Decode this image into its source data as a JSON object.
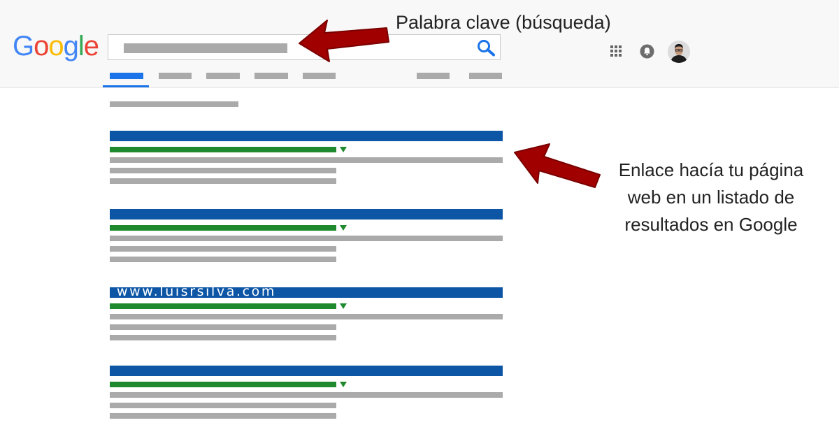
{
  "header": {
    "logo": {
      "letters": [
        {
          "char": "G",
          "color": "#4285F4"
        },
        {
          "char": "o",
          "color": "#EA4335"
        },
        {
          "char": "o",
          "color": "#FBBC05"
        },
        {
          "char": "g",
          "color": "#4285F4"
        },
        {
          "char": "l",
          "color": "#34A853"
        },
        {
          "char": "e",
          "color": "#EA4335"
        }
      ]
    },
    "search": {
      "icon": "search-icon"
    },
    "icons": [
      "apps-icon",
      "notifications-icon",
      "avatar"
    ]
  },
  "results": {
    "third_result_title": "www.luisrsilva.com"
  },
  "annotations": {
    "top": "Palabra clave (búsqueda)",
    "right": "Enlace hacía tu página web en un listado de resultados en Google"
  },
  "colors": {
    "accent_blue": "#1a73e8",
    "result_title": "#0d56a6",
    "result_url": "#1e8a2d",
    "placeholder": "#aaaaaa",
    "arrow": "#a00000"
  }
}
